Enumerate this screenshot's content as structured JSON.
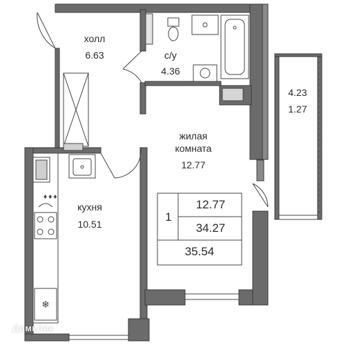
{
  "rooms": {
    "hall": {
      "name": "холл",
      "area": "6.63"
    },
    "bathroom": {
      "name": "с/у",
      "area": "4.36"
    },
    "living": {
      "name_line1": "жилая",
      "name_line2": "комната",
      "area": "12.77"
    },
    "kitchen": {
      "name": "кухня",
      "area": "10.51"
    },
    "balcony": {
      "area": "4.23",
      "area_reduced": "1.27"
    }
  },
  "summary_table": {
    "room_count": "1",
    "living_area": "12.77",
    "area_without_balcony": "34.27",
    "total_area": "35.54"
  },
  "watermark": "Домклик",
  "colors": {
    "wall": "#666666",
    "wall_edge": "#3a3a3a",
    "line": "#444444",
    "fixture": "#555555"
  }
}
